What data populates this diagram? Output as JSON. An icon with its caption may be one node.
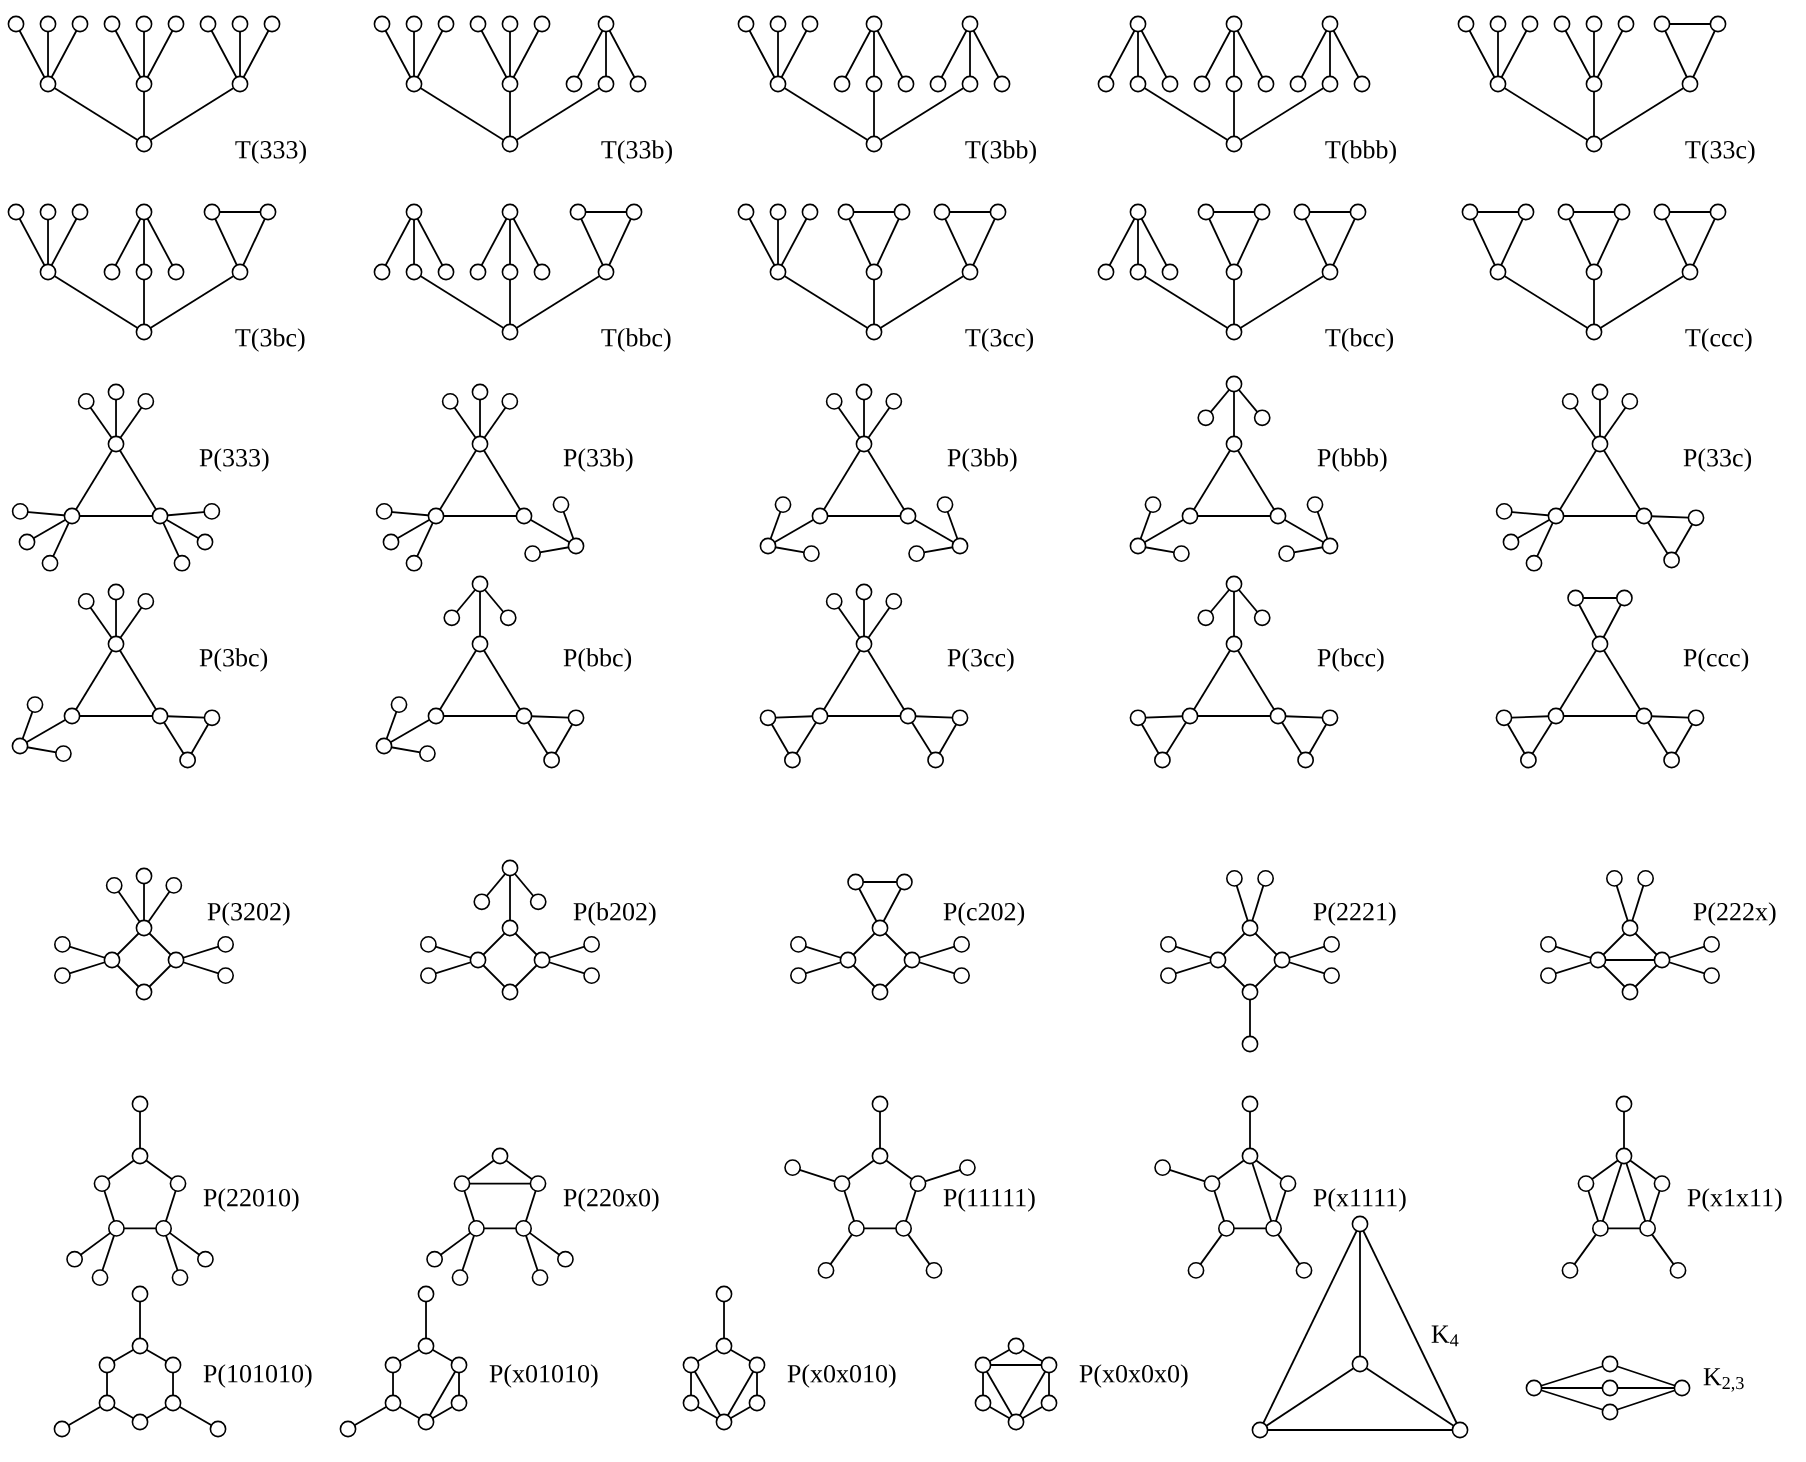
{
  "diagram": {
    "labels": [
      "T(333)",
      "T(33b)",
      "T(3bb)",
      "T(bbb)",
      "T(33c)",
      "T(3bc)",
      "T(bbc)",
      "T(3cc)",
      "T(bcc)",
      "T(ccc)",
      "P(333)",
      "P(33b)",
      "P(3bb)",
      "P(bbb)",
      "P(33c)",
      "P(3bc)",
      "P(bbc)",
      "P(3cc)",
      "P(bcc)",
      "P(ccc)",
      "P(3202)",
      "P(b202)",
      "P(c202)",
      "P(2221)",
      "P(222x)",
      "P(22010)",
      "P(220x0)",
      "P(11111)",
      "P(x1111)",
      "P(x1x11)",
      "P(101010)",
      "P(x01010)",
      "P(x0x010)",
      "P(x0x0x0)",
      "K$_{4}$",
      "K$_{2,3}$"
    ]
  }
}
